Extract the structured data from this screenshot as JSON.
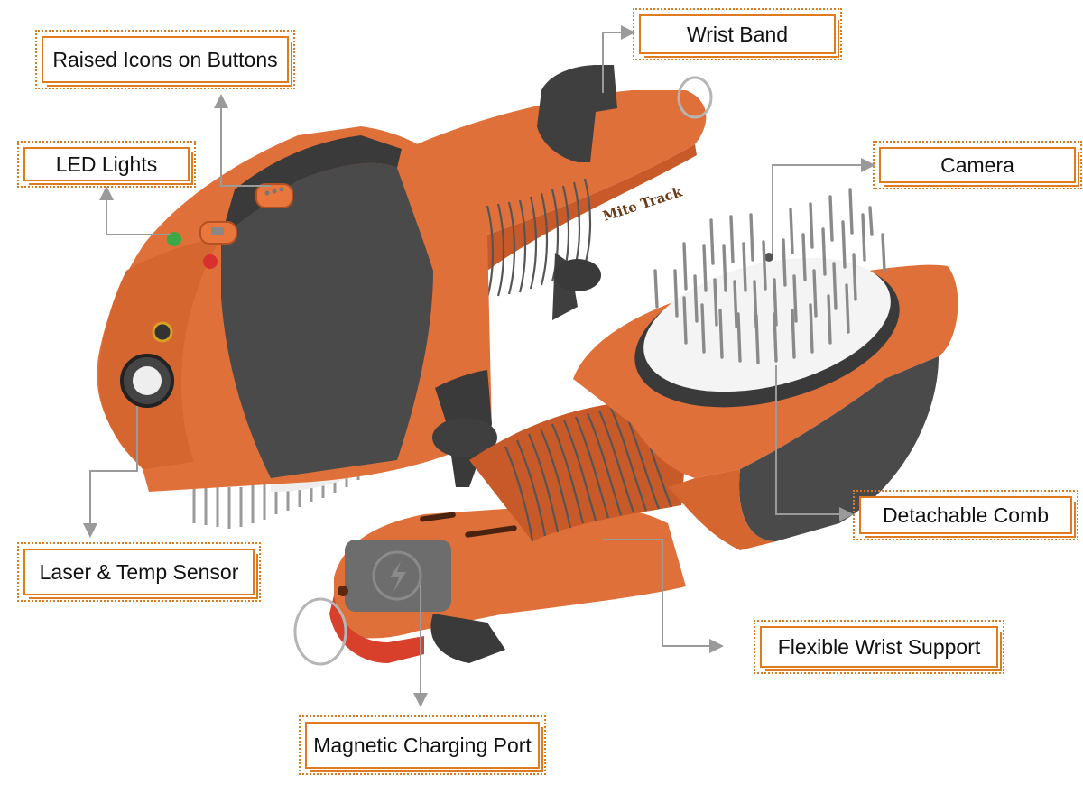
{
  "diagram": {
    "brand_engraving": "Mite Track",
    "colors": {
      "label_border": "#e07a1f",
      "body_orange": "#e0703a",
      "grip_gray": "#4a4a4a",
      "leader_line": "#9a9a9a",
      "led_green": "#3aa845",
      "led_red": "#d8302c"
    },
    "labels": {
      "raised_icons": "Raised Icons on Buttons",
      "wrist_band": "Wrist Band",
      "led_lights": "LED Lights",
      "camera": "Camera",
      "detachable_comb": "Detachable Comb",
      "laser_temp_sensor": "Laser & Temp Sensor",
      "flexible_wrist_support": "Flexible Wrist Support",
      "magnetic_charging_port": "Magnetic Charging Port"
    }
  }
}
